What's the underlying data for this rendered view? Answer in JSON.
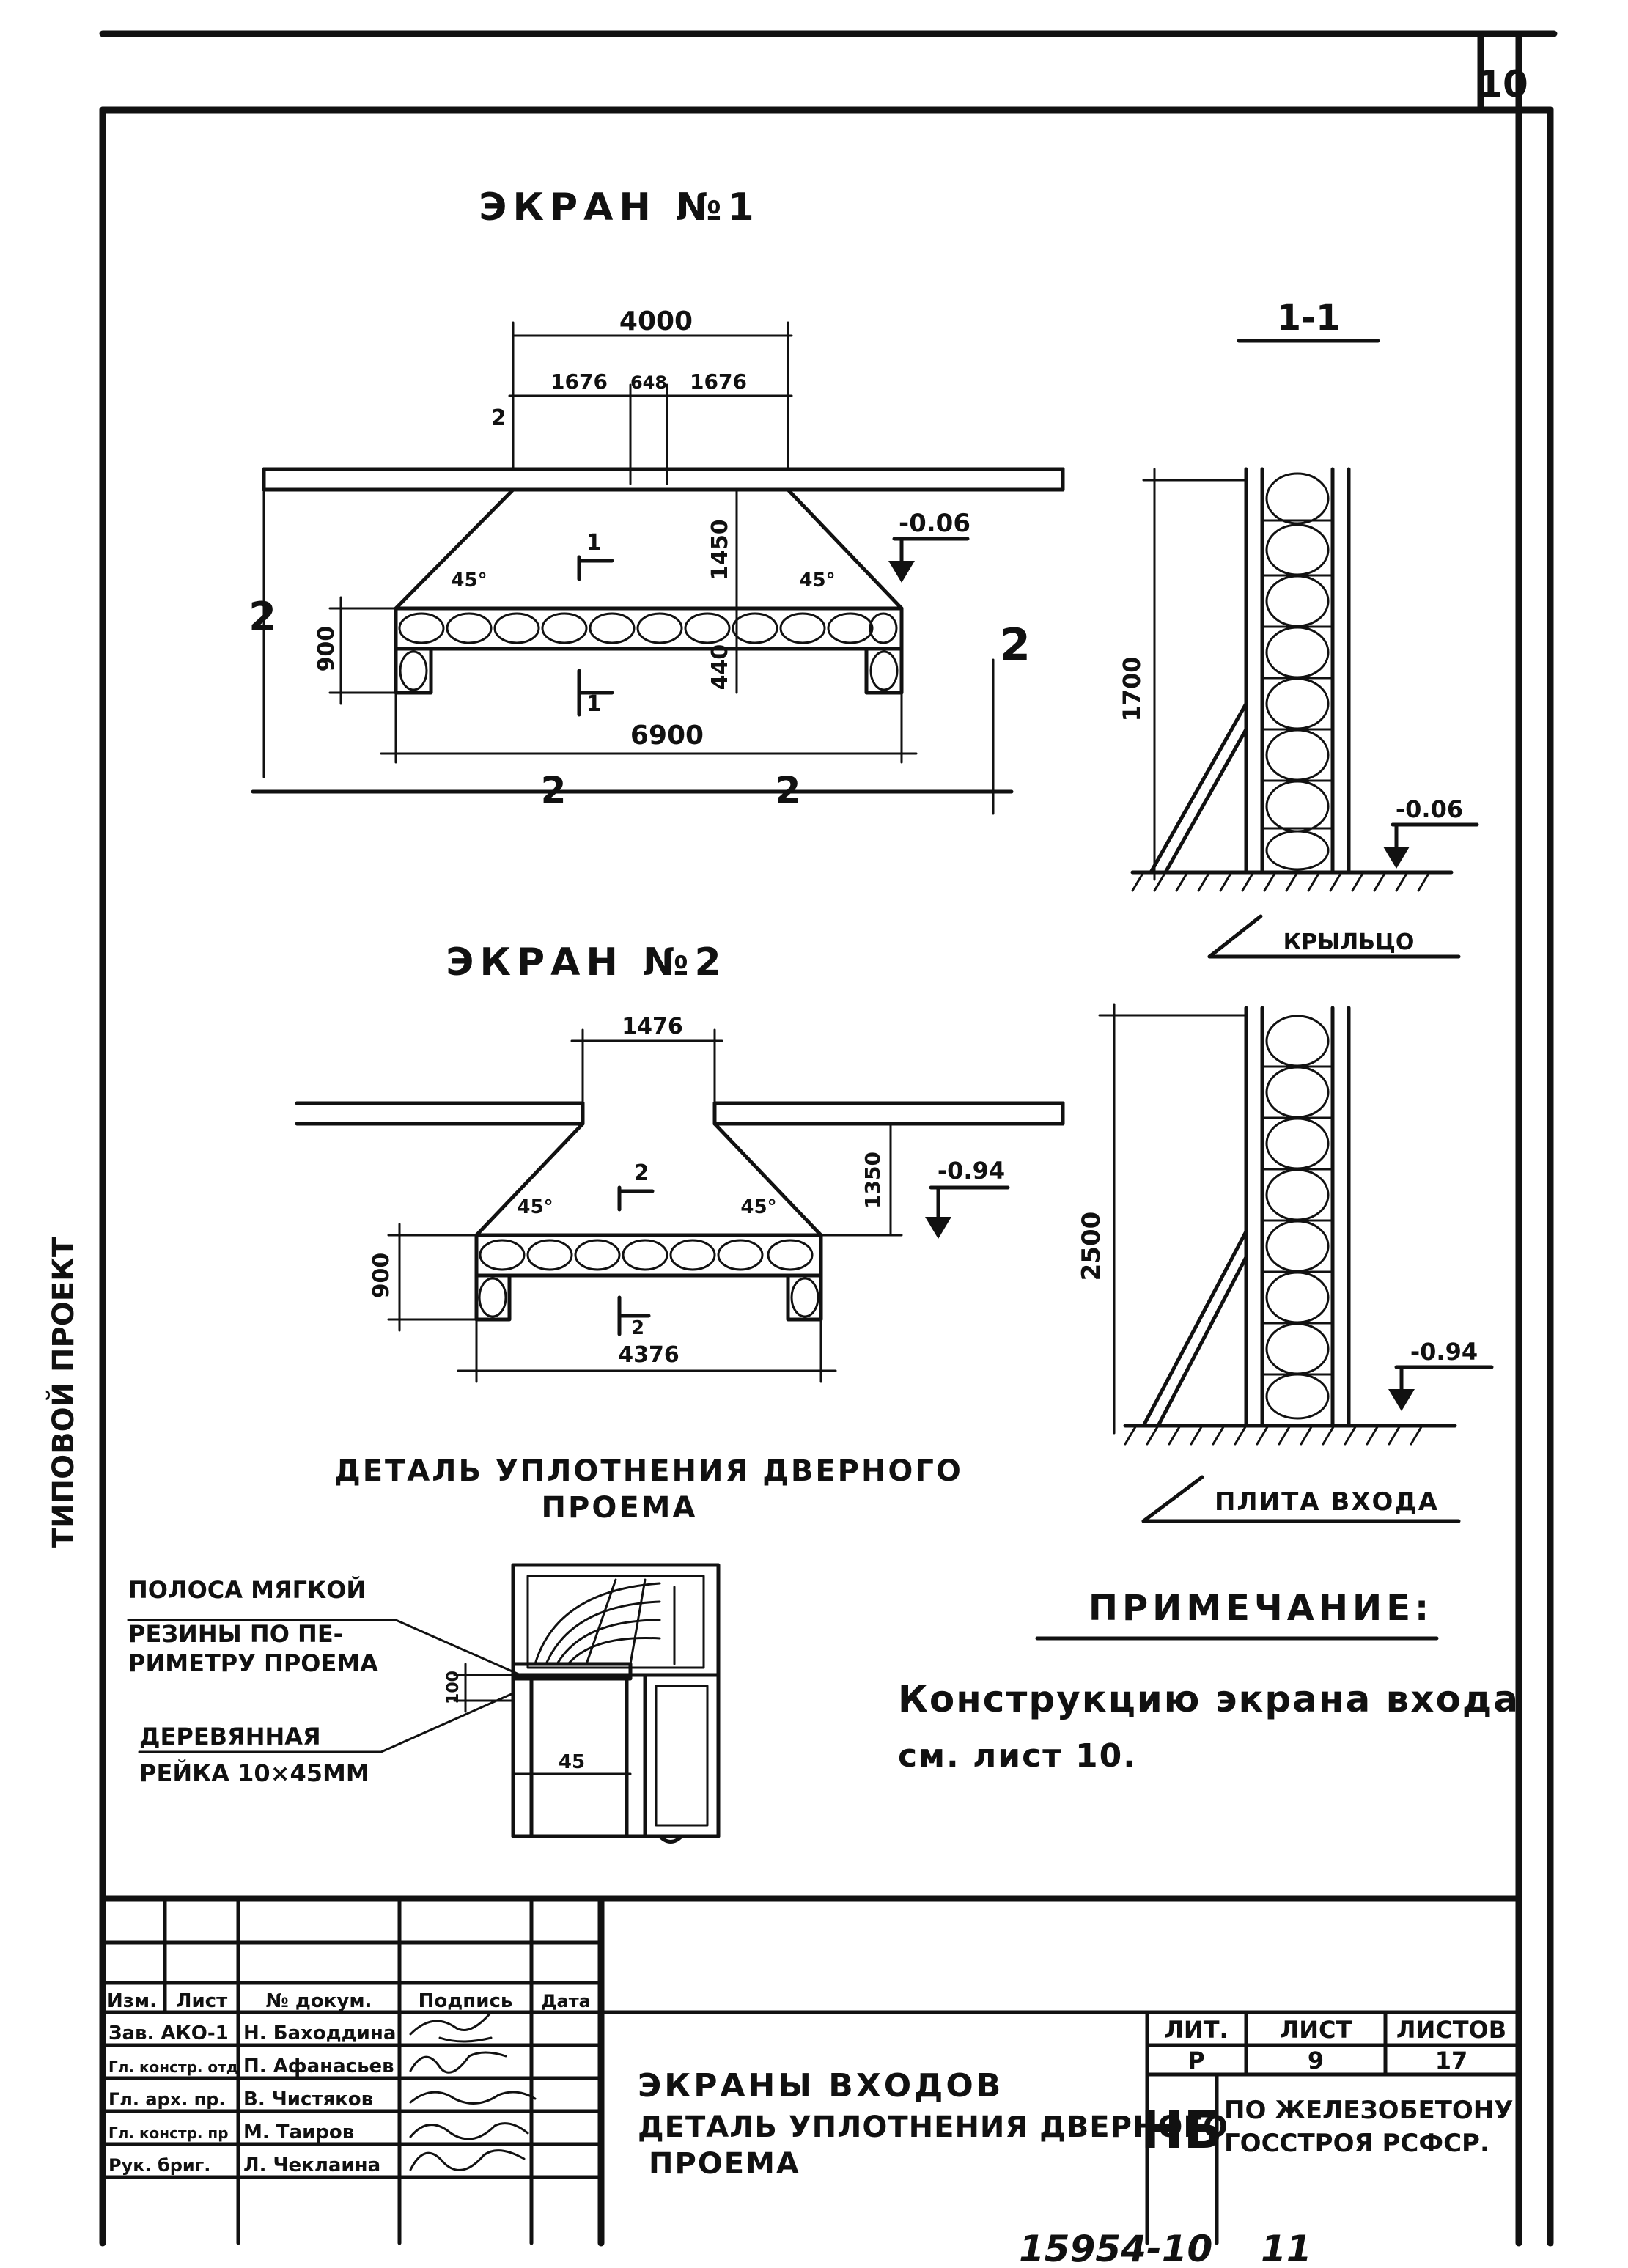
{
  "sheet": {
    "page_number": "10",
    "side_label": "ТИПОВОЙ ПРОЕКТ",
    "bottom_number": "15954-10",
    "bottom_number_2": "11"
  },
  "screen1": {
    "title": "ЭКРАН №1",
    "dim_4000": "4000",
    "dim_1676_left": "1676",
    "dim_648": "648",
    "dim_1676_right": "1676",
    "dim_1450": "1450",
    "dim_440": "440",
    "dim_900": "900",
    "dim_6900": "6900",
    "level": "-0.06",
    "angle_left": "45°",
    "angle_right": "45°",
    "section_mark_top": "1",
    "section_mark_bottom": "1",
    "axis_left": "2",
    "axis_right": "2",
    "axis_bottom_left": "2",
    "axis_bottom_right": "2",
    "axis_top_left": "2"
  },
  "section11": {
    "title": "1-1",
    "dim_1700": "1700",
    "level": "-0.06",
    "label": "КРЫЛЬЦО"
  },
  "screen2": {
    "title": "ЭКРАН №2",
    "dim_1476": "1476",
    "dim_1350": "1350",
    "dim_900": "900",
    "dim_4376": "4376",
    "level": "-0.94",
    "angle_left": "45°",
    "angle_right": "45°",
    "section_mark_top": "2",
    "section_mark_bottom": "2"
  },
  "section22": {
    "dim_2500": "2500",
    "level": "-0.94",
    "label": "ПЛИТА ВХОДА"
  },
  "detail": {
    "title_line1": "ДЕТАЛЬ УПЛОТНЕНИЯ ДВЕРНОГО",
    "title_line2": "ПРОЕМА",
    "label1_line1": "ПОЛОСА МЯГКОЙ",
    "label1_line2": "РЕЗИНЫ ПО ПЕ-",
    "label1_line3": "РИМЕТРУ ПРОЕМА",
    "label2_line1": "ДЕРЕВЯННАЯ",
    "label2_line2": "РЕЙКА 10×45ММ",
    "dim_100": "100",
    "dim_45": "45"
  },
  "note": {
    "title": "ПРИМЕЧАНИЕ:",
    "line1": "Конструкцию экрана входа",
    "line2": "см. лист 10."
  },
  "title_block": {
    "headers": [
      "Изм.",
      "Лист",
      "№ докум.",
      "Подпись",
      "Дата"
    ],
    "rows": [
      {
        "role": "Зав. АКО-1",
        "name": "Н. Баходдина"
      },
      {
        "role": "Гл. констр. отд",
        "name": "П. Афанасьев"
      },
      {
        "role": "Гл. арх. пр.",
        "name": "В. Чистяков"
      },
      {
        "role": "Гл. констр. пр",
        "name": "М. Таиров"
      },
      {
        "role": "Рук. бриг.",
        "name": "Л. Чеклаина"
      }
    ],
    "title_line1": "ЭКРАНЫ ВХОДОВ",
    "title_line2": "ДЕТАЛЬ УПЛОТНЕНИЯ ДВЕРНОГО",
    "title_line3": "ПРОЕМА",
    "lit_header": "ЛИТ.",
    "sheet_header": "ЛИСТ",
    "sheets_header": "ЛИСТОВ",
    "lit_value": "Р",
    "sheet_value": "9",
    "sheets_value": "17",
    "org_code": "НБ",
    "org_line1": "ПО ЖЕЛЕЗОБЕТОНУ",
    "org_line2": "ГОССТРОЯ РСФСР."
  }
}
